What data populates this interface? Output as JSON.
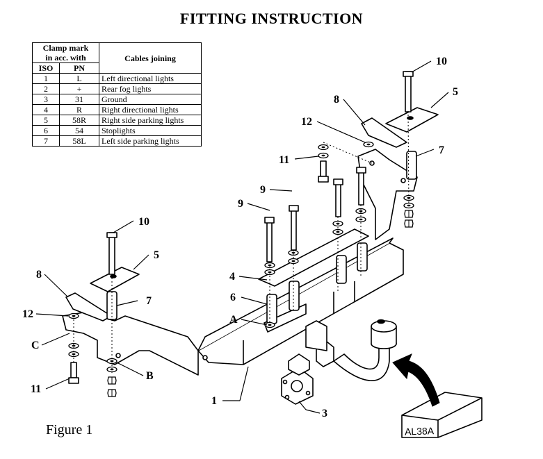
{
  "title": "FITTING INSTRUCTION",
  "table": {
    "header_left": "Clamp mark in acc. with",
    "header_left_line1": "Clamp mark",
    "header_left_line2": "in acc. with",
    "header_right": "Cables joining",
    "col_iso": "ISO",
    "col_pn": "PN",
    "rows": [
      {
        "iso": "1",
        "pn": "L",
        "desc": "Left directional lights"
      },
      {
        "iso": "2",
        "pn": "+",
        "desc": "Rear fog lights"
      },
      {
        "iso": "3",
        "pn": "31",
        "desc": "Ground"
      },
      {
        "iso": "4",
        "pn": "R",
        "desc": "Right directional lights"
      },
      {
        "iso": "5",
        "pn": "58R",
        "desc": "Right side parking lights"
      },
      {
        "iso": "6",
        "pn": "54",
        "desc": "Stoplights"
      },
      {
        "iso": "7",
        "pn": "58L",
        "desc": "Left side parking lights"
      }
    ]
  },
  "callouts": {
    "bolt_long_right": "10",
    "plate_right": "5",
    "clamp_right": "8",
    "washer_right": "12",
    "spacer_right": "7",
    "bolt_short_right": "11",
    "bolt_center_a": "9",
    "bolt_center_b": "9",
    "bolt_long_left": "10",
    "plate_left": "5",
    "clamp_left": "8",
    "washer_left": "12",
    "spacer_left": "7",
    "mount_c": "C",
    "bolt_short_left": "11",
    "point_b": "B",
    "bracket_4": "4",
    "spacer_6": "6",
    "point_a": "A",
    "crossbar": "1",
    "socket_plate": "3"
  },
  "stamp": "AL38A",
  "caption": "Figure 1"
}
